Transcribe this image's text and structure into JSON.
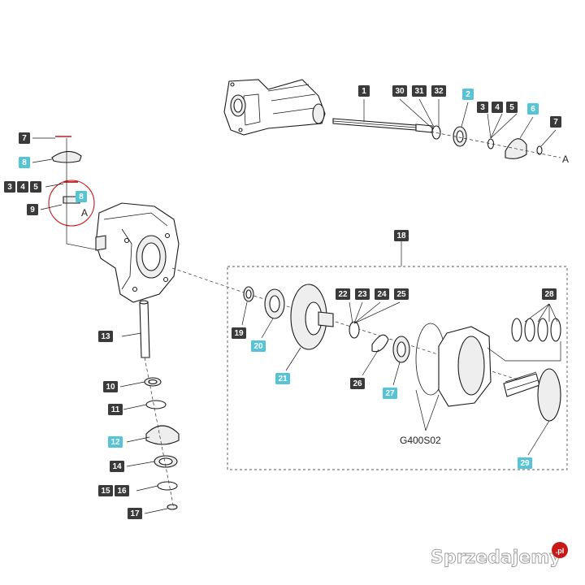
{
  "colors": {
    "callout_dark": "#3a3a3a",
    "callout_highlight": "#56c3d7",
    "marker_red": "#c81818"
  },
  "callouts": [
    {
      "label": "1",
      "hl": false
    },
    {
      "label": "30",
      "hl": false
    },
    {
      "label": "31",
      "hl": false
    },
    {
      "label": "32",
      "hl": false
    },
    {
      "label": "2",
      "hl": true
    },
    {
      "label": "3",
      "hl": false
    },
    {
      "label": "4",
      "hl": false
    },
    {
      "label": "5",
      "hl": false
    },
    {
      "label": "6",
      "hl": true
    },
    {
      "label": "7",
      "hl": false
    },
    {
      "label": "7",
      "hl": false
    },
    {
      "label": "8",
      "hl": true
    },
    {
      "label": "3",
      "hl": false
    },
    {
      "label": "4",
      "hl": false
    },
    {
      "label": "5",
      "hl": false
    },
    {
      "label": "8",
      "hl": true
    },
    {
      "label": "9",
      "hl": false
    },
    {
      "label": "18",
      "hl": false
    },
    {
      "label": "22",
      "hl": false
    },
    {
      "label": "23",
      "hl": false
    },
    {
      "label": "24",
      "hl": false
    },
    {
      "label": "25",
      "hl": false
    },
    {
      "label": "28",
      "hl": false
    },
    {
      "label": "19",
      "hl": false
    },
    {
      "label": "20",
      "hl": true
    },
    {
      "label": "21",
      "hl": true
    },
    {
      "label": "26",
      "hl": false
    },
    {
      "label": "27",
      "hl": true
    },
    {
      "label": "29",
      "hl": true
    },
    {
      "label": "13",
      "hl": false
    },
    {
      "label": "10",
      "hl": false
    },
    {
      "label": "11",
      "hl": false
    },
    {
      "label": "12",
      "hl": true
    },
    {
      "label": "14",
      "hl": false
    },
    {
      "label": "15",
      "hl": false
    },
    {
      "label": "16",
      "hl": false
    },
    {
      "label": "17",
      "hl": false
    }
  ],
  "labels": {
    "ref_a_top": "A",
    "ref_a_left": "A",
    "kit_code": "G400S02"
  },
  "watermark": "Sprzedajemy",
  "watermark_suffix": ".pl"
}
